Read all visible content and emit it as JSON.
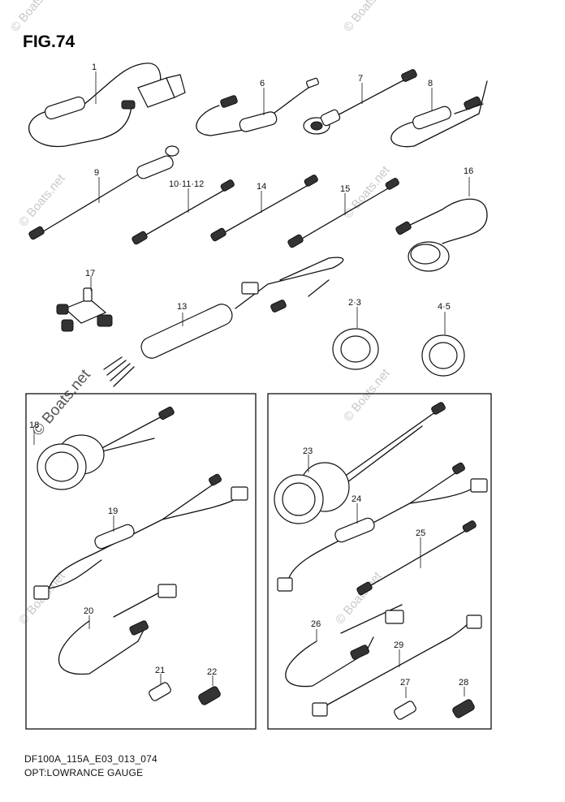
{
  "figure_title": "FIG.74",
  "footer": {
    "code": "DF100A_115A_E03_013_074",
    "caption": "OPT:LOWRANCE GAUGE"
  },
  "watermark": {
    "text": "© Boats.net"
  },
  "callouts": [
    "1",
    "6",
    "7",
    "8",
    "9",
    "10·11·12",
    "14",
    "15",
    "16",
    "17",
    "13",
    "2·3",
    "4·5",
    "18",
    "19",
    "20",
    "21",
    "22",
    "23",
    "24",
    "25",
    "26",
    "29",
    "27",
    "28"
  ]
}
